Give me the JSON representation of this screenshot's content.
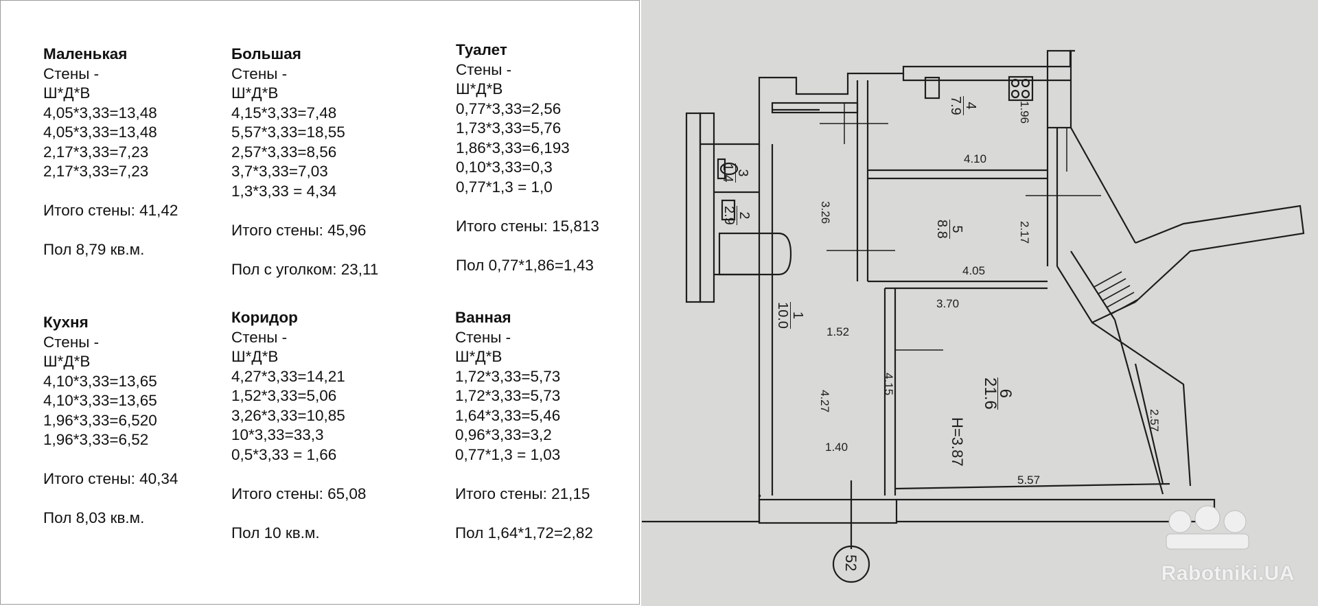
{
  "rooms": [
    {
      "id": "small",
      "title": "Маленькая",
      "walls_label": "Стены -",
      "formula": "Ш*Д*В",
      "lines": [
        "4,05*3,33=13,48",
        "4,05*3,33=13,48",
        "2,17*3,33=7,23",
        "2,17*3,33=7,23"
      ],
      "total": "Итого стены: 41,42",
      "floor": "Пол 8,79 кв.м."
    },
    {
      "id": "large",
      "title": "Большая",
      "walls_label": "Стены -",
      "formula": "Ш*Д*В",
      "lines": [
        "4,15*3,33=7,48",
        "5,57*3,33=18,55",
        "2,57*3,33=8,56",
        "3,7*3,33=7,03",
        "1,3*3,33 = 4,34"
      ],
      "total": "Итого стены: 45,96",
      "floor": "Пол с уголком: 23,11"
    },
    {
      "id": "toilet",
      "title": "Туалет",
      "walls_label": "Стены -",
      "formula": "Ш*Д*В",
      "lines": [
        "0,77*3,33=2,56",
        "1,73*3,33=5,76",
        "1,86*3,33=6,193",
        "0,10*3,33=0,3",
        "0,77*1,3 = 1,0"
      ],
      "total": "Итого стены: 15,813",
      "floor": "Пол 0,77*1,86=1,43"
    },
    {
      "id": "kitchen",
      "title": "Кухня",
      "walls_label": "Стены -",
      "formula": "Ш*Д*В",
      "lines": [
        "4,10*3,33=13,65",
        "4,10*3,33=13,65",
        "1,96*3,33=6,520",
        "1,96*3,33=6,52"
      ],
      "total": "Итого стены: 40,34",
      "floor": "Пол 8,03 кв.м."
    },
    {
      "id": "corridor",
      "title": "Коридор",
      "walls_label": "Стены -",
      "formula": "Ш*Д*В",
      "lines": [
        "4,27*3,33=14,21",
        "1,52*3,33=5,06",
        "3,26*3,33=10,85",
        "10*3,33=33,3",
        "0,5*3,33 = 1,66"
      ],
      "total": "Итого стены: 65,08",
      "floor": "Пол 10 кв.м."
    },
    {
      "id": "bathroom",
      "title": "Ванная",
      "walls_label": "Стены -",
      "formula": "Ш*Д*В",
      "lines": [
        "1,72*3,33=5,73",
        "1,72*3,33=5,73",
        "1,64*3,33=5,46",
        "0,96*3,33=3,2",
        "0,77*1,3 = 1,03"
      ],
      "total": "Итого стены: 21,15",
      "floor": "Пол 1,64*1,72=2,82"
    }
  ],
  "plan": {
    "room_numbers": [
      {
        "num": "4",
        "area": "7.9"
      },
      {
        "num": "5",
        "area": "8.8"
      },
      {
        "num": "6",
        "area": "21.6"
      },
      {
        "num": "1",
        "area": "10.0"
      },
      {
        "num": "2",
        "area": "2.9"
      },
      {
        "num": "3",
        "area": "1.4"
      }
    ],
    "dimensions": [
      "4.10",
      "1.96",
      "2.17",
      "4.05",
      "3.70",
      "1.52",
      "4.27",
      "4.15",
      "1.40",
      "5.57",
      "2.57",
      "3.26"
    ],
    "height_label": "H=3.87",
    "building_number": "52"
  },
  "watermark": "Rabotniki.UA",
  "colors": {
    "plan_background": "#d9d9d7",
    "line": "#1d1d1d",
    "text": "#111111"
  }
}
